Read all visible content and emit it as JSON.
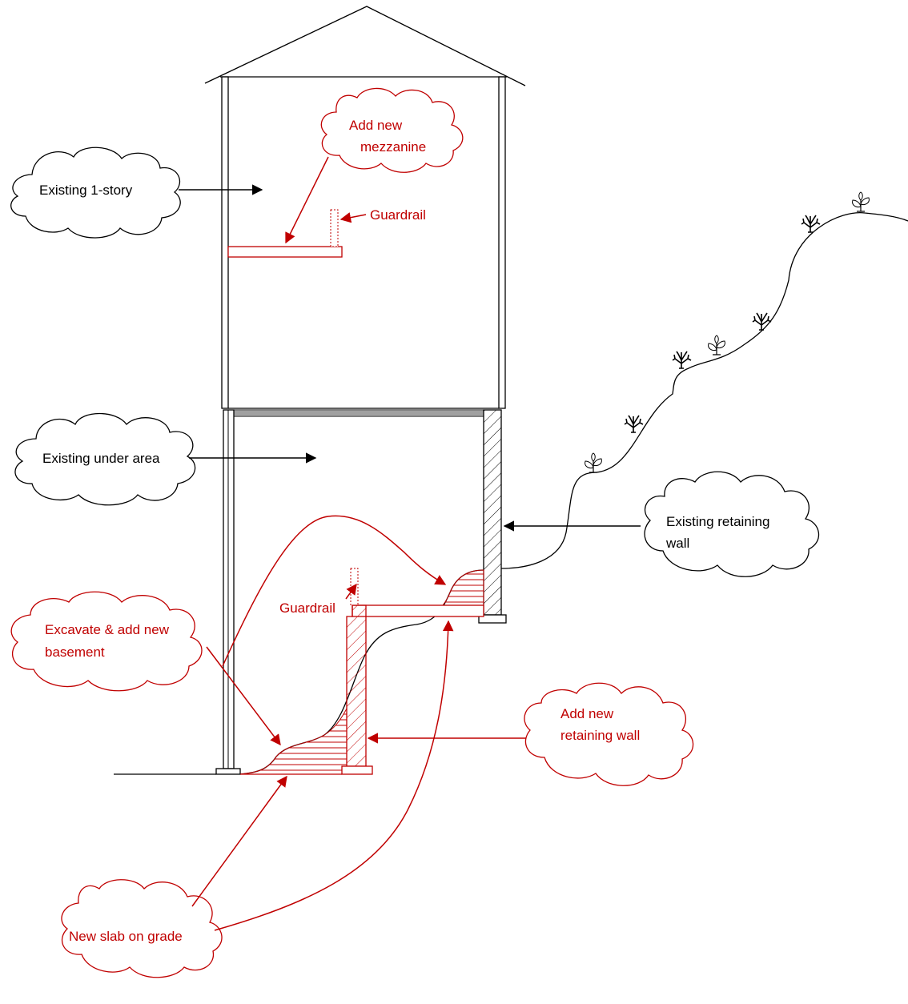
{
  "colors": {
    "existing": "#000000",
    "proposed": "#c00000",
    "background": "#ffffff"
  },
  "callouts": {
    "existing_story": {
      "line1": "Existing 1-story"
    },
    "existing_under": {
      "line1": "Existing under area"
    },
    "mezzanine": {
      "line1": "Add new",
      "line2": "mezzanine"
    },
    "guardrail_upper": {
      "line1": "Guardrail"
    },
    "guardrail_lower": {
      "line1": "Guardrail"
    },
    "existing_retaining": {
      "line1": "Existing retaining",
      "line2": "wall"
    },
    "excavate": {
      "line1": "Excavate & add new",
      "line2": "basement"
    },
    "new_retaining": {
      "line1": "Add new",
      "line2": "retaining wall"
    },
    "slab": {
      "line1": "New slab on grade"
    }
  },
  "icons": [
    "tree-icon",
    "sprout-icon"
  ]
}
